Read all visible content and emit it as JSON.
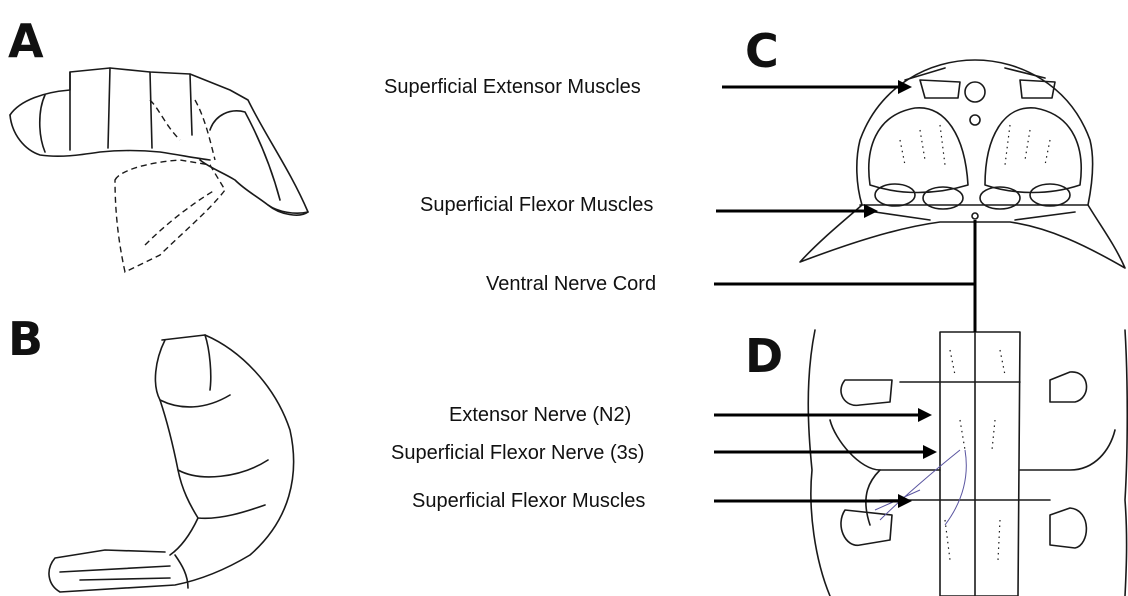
{
  "panels": {
    "a": "A",
    "b": "B",
    "c": "C",
    "d": "D"
  },
  "labels": {
    "superficial_extensor_muscles": "Superficial Extensor Muscles",
    "superficial_flexor_muscles_c": "Superficial Flexor Muscles",
    "ventral_nerve_cord": "Ventral Nerve Cord",
    "extensor_nerve": "Extensor Nerve (N2)",
    "superficial_flexor_nerve": "Superficial Flexor Nerve (3s)",
    "superficial_flexor_muscles_d": "Superficial Flexor Muscles"
  }
}
